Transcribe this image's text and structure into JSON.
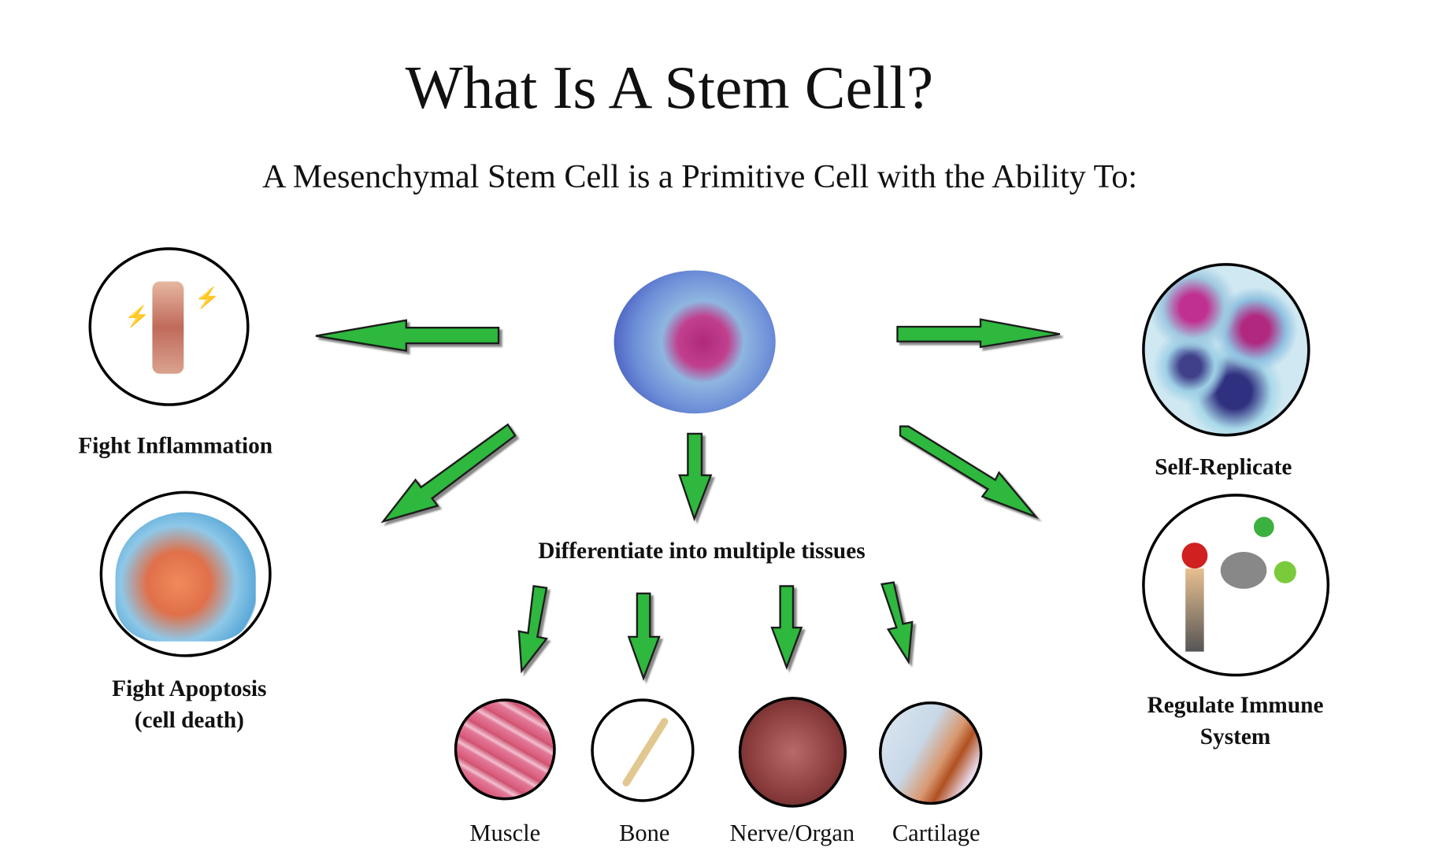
{
  "title": "What Is A Stem Cell?",
  "subtitle": "A Mesenchymal Stem Cell is a Primitive Cell with the Ability To:",
  "abilities": {
    "inflammation": "Fight Inflammation",
    "apoptosis_line1": "Fight Apoptosis",
    "apoptosis_line2": "(cell death)",
    "replicate": "Self-Replicate",
    "immune_line1": "Regulate Immune",
    "immune_line2": "System",
    "differentiate": "Differentiate into multiple tissues"
  },
  "tissues": [
    "Muscle",
    "Bone",
    "Nerve/Organ",
    "Cartilage"
  ],
  "colors": {
    "arrow": "#2db83d",
    "arrow_outline": "#1a1a1a"
  }
}
